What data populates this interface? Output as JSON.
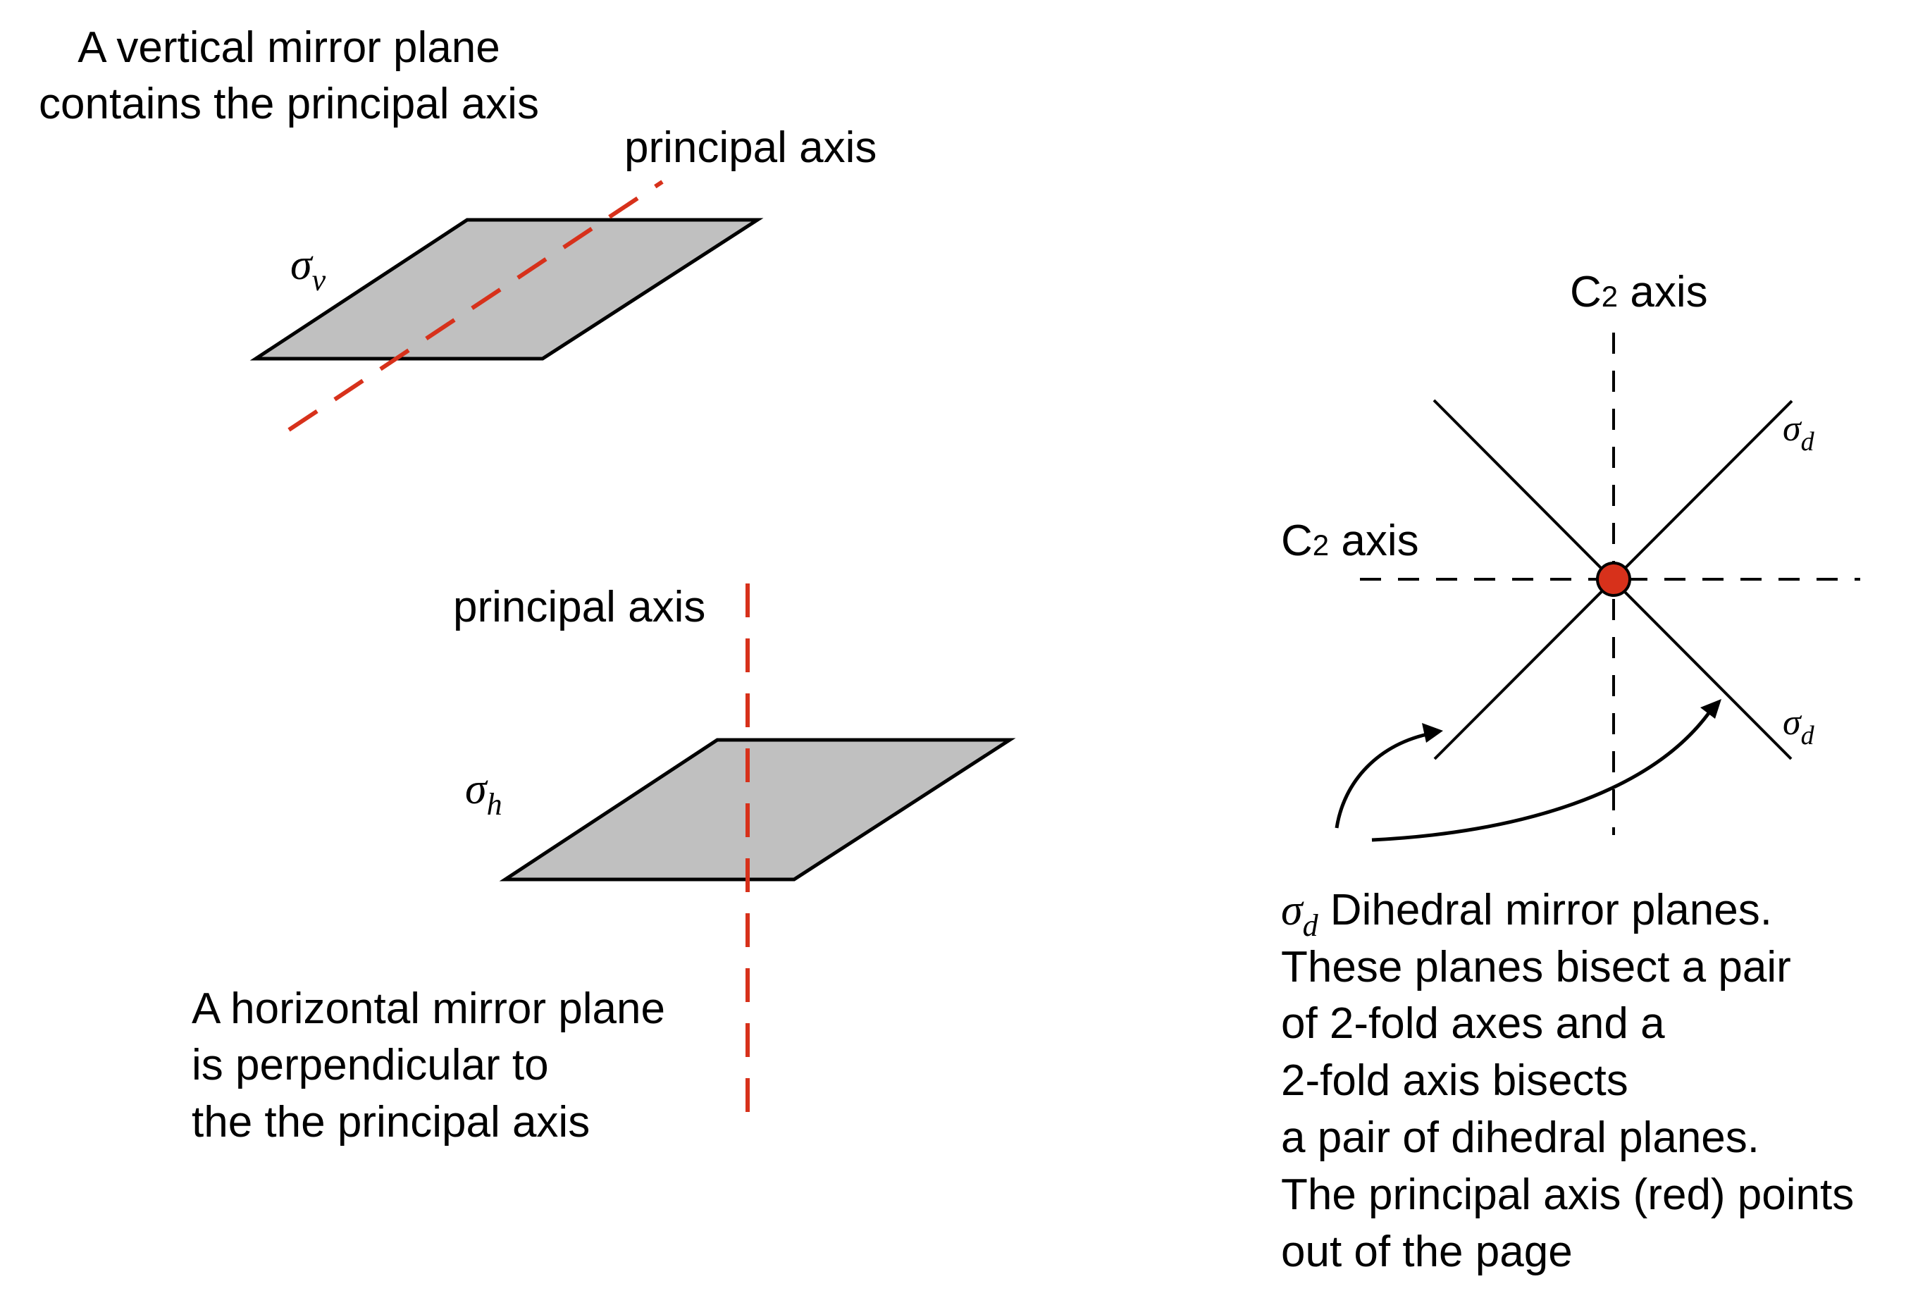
{
  "colors": {
    "axis_red": "#d7311b",
    "plane_fill": "#c0c0c0",
    "line": "#000000"
  },
  "vertical_panel": {
    "caption_line1": "A vertical mirror plane",
    "caption_line2": "contains the principal axis",
    "axis_label": "principal axis",
    "plane_symbol": "σ",
    "plane_subscript": "v"
  },
  "horizontal_panel": {
    "axis_label": "principal axis",
    "plane_symbol": "σ",
    "plane_subscript": "h",
    "caption_line1": "A horizontal mirror plane",
    "caption_line2": "is perpendicular to",
    "caption_line3": "the  the principal axis"
  },
  "dihedral_panel": {
    "c2_vertical_label": "C",
    "c2_vertical_sub": "2",
    "c2_vertical_suffix": " axis",
    "c2_horizontal_label": "C",
    "c2_horizontal_sub": "2",
    "c2_horizontal_suffix": " axis",
    "sigma_d_upper_symbol": "σ",
    "sigma_d_upper_sub": "d",
    "sigma_d_lower_symbol": "σ",
    "sigma_d_lower_sub": "d",
    "caption_symbol": "σ",
    "caption_sub": "d",
    "caption_line1": " Dihedral mirror planes.",
    "caption_line2": "These planes bisect a pair",
    "caption_line3": "of 2-fold axes and a",
    "caption_line4": "2-fold axis bisects",
    "caption_line5": "a pair of dihedral planes.",
    "caption_line6": "The principal axis (red) points",
    "caption_line7": "out of the page"
  }
}
